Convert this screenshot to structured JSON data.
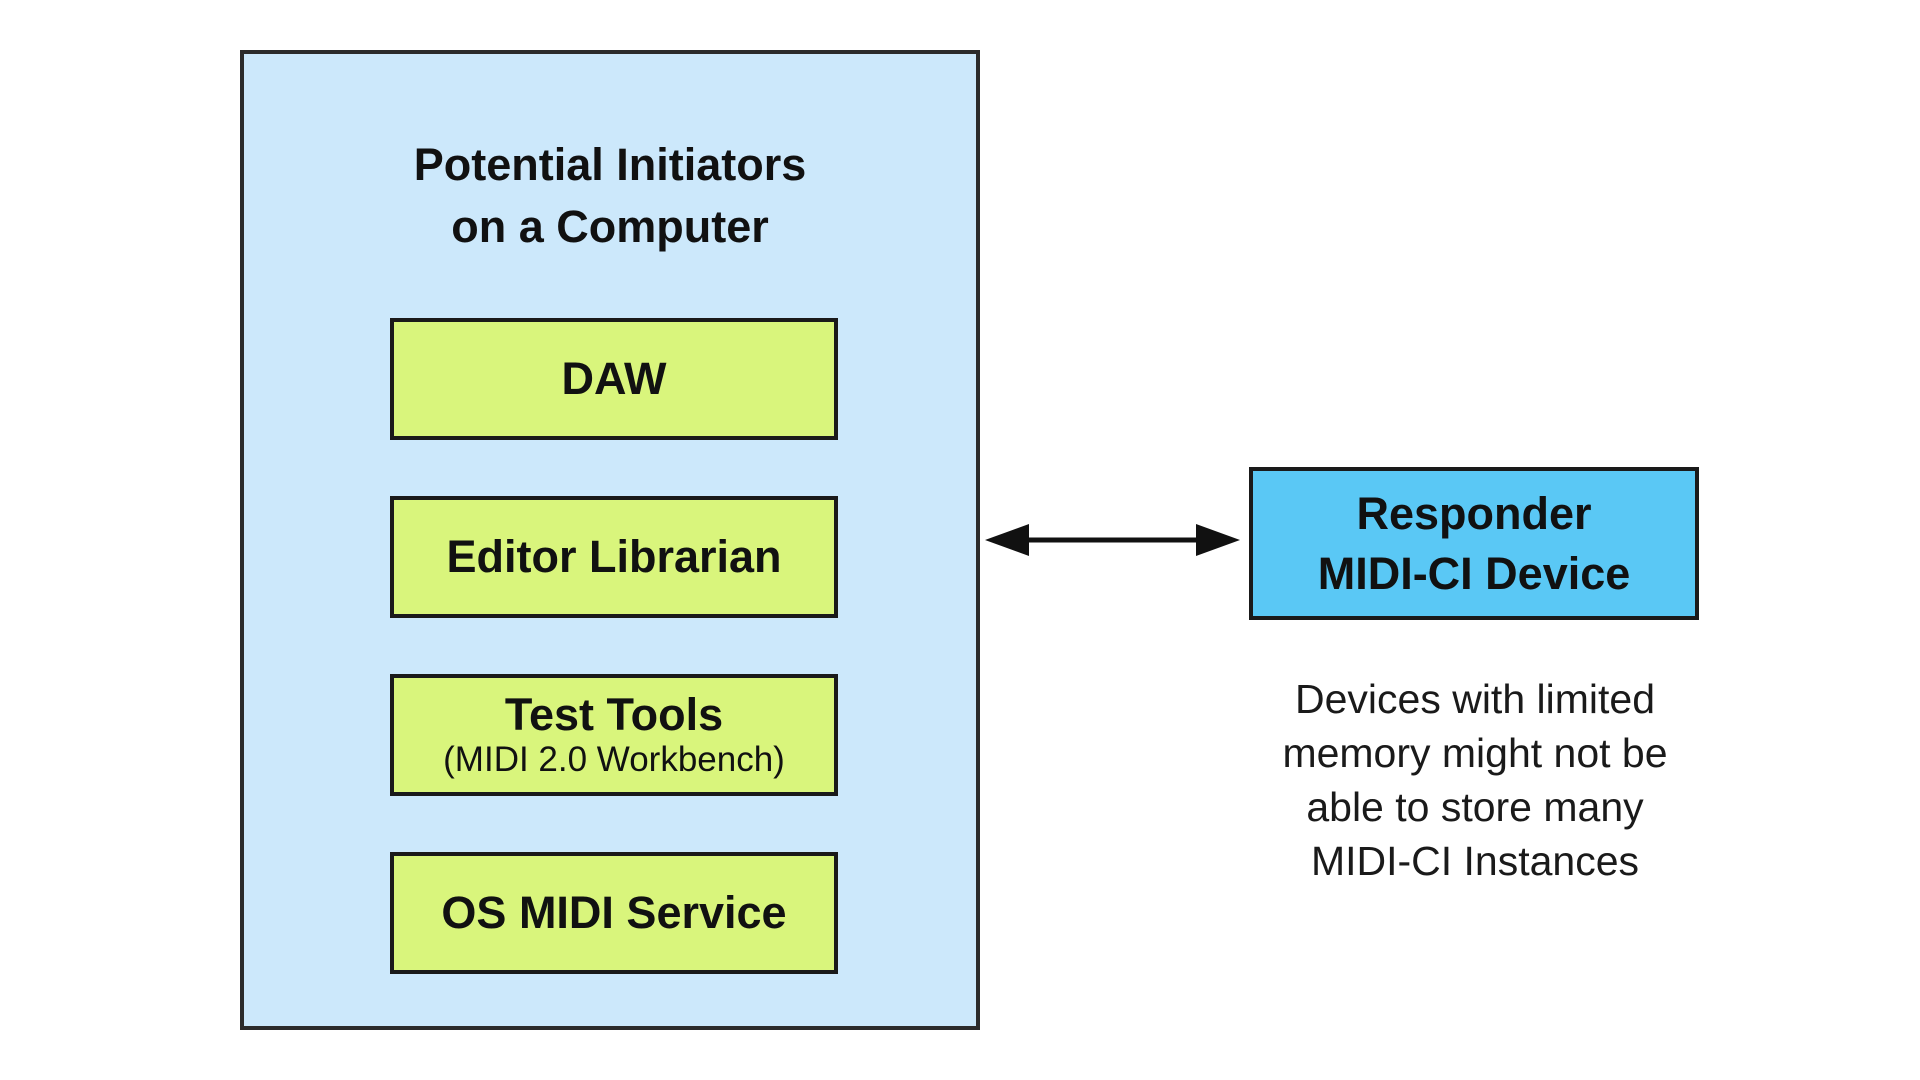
{
  "initiators_group": {
    "title_line1": "Potential Initiators",
    "title_line2": "on a Computer",
    "items": [
      {
        "label": "DAW",
        "sublabel": ""
      },
      {
        "label": "Editor Librarian",
        "sublabel": ""
      },
      {
        "label": "Test Tools",
        "sublabel": "(MIDI 2.0 Workbench)"
      },
      {
        "label": "OS MIDI Service",
        "sublabel": ""
      }
    ]
  },
  "responder": {
    "line1": "Responder",
    "line2": "MIDI-CI Device"
  },
  "note": {
    "line1": "Devices with limited",
    "line2": "memory might not be",
    "line3": "able to store many",
    "line4": "MIDI-CI Instances"
  },
  "connector": {
    "direction": "bidirectional",
    "color": "#111111"
  },
  "colors": {
    "container_fill": "#cce8fb",
    "initiator_fill": "#d9f57c",
    "responder_fill": "#5ac8f5",
    "border": "#1a1a1a"
  }
}
